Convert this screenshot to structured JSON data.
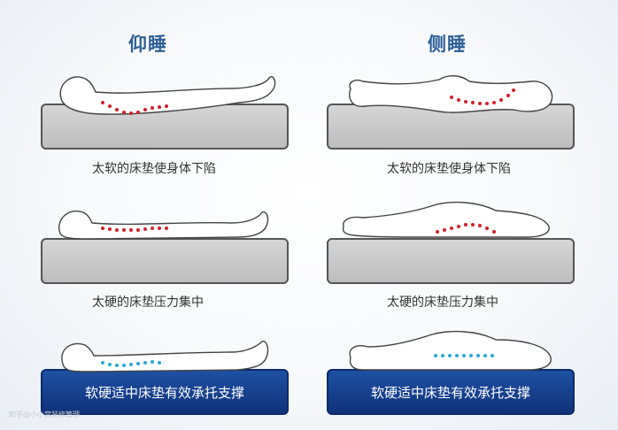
{
  "headings": {
    "supine": "仰睡",
    "side": "侧睡"
  },
  "rows": [
    {
      "supine_caption": "太软的床垫使身体下陷",
      "side_caption": "太软的床垫使身体下陷"
    },
    {
      "supine_caption": "太硬的床垫压力集中",
      "side_caption": "太硬的床垫压力集中"
    },
    {
      "supine_caption": "软硬适中床垫有效承托支撑",
      "side_caption": "软硬适中床垫有效承托支撑"
    }
  ],
  "watermark": "知乎@小小窝装修管理",
  "colors": {
    "heading": "#2f5f96",
    "spine_bad": "#d0202a",
    "spine_good": "#2aa8d8",
    "mattress_gray": "#c8c8c8",
    "mattress_blue": "#153f8c"
  }
}
